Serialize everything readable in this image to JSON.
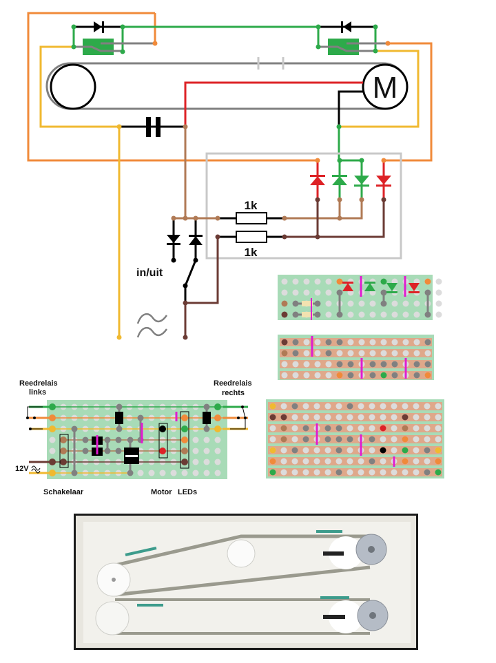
{
  "colors": {
    "orange": "#f08a3a",
    "yellow": "#f0b930",
    "green": "#2daa4a",
    "red": "#dd2226",
    "brown_light": "#b07a55",
    "brown_dark": "#6b3b34",
    "gray": "#808080",
    "light_gray": "#c8c8c8",
    "black": "#000000",
    "board_green": "#a8dbb7",
    "strip_copper": "#dfa88a",
    "magenta": "#e01cd0",
    "hole": "#dcdcdc"
  },
  "schematic": {
    "resistor_top_label": "1k",
    "resistor_bottom_label": "1k",
    "switch_label": "in/uit",
    "motor_label": "M",
    "ac_source_icon": "ac-wave-icon"
  },
  "stripboard": {
    "label_reed_left_line1": "Reedrelais",
    "label_reed_left_line2": "links",
    "label_reed_right_line1": "Reedrelais",
    "label_reed_right_line2": "rechts",
    "label_power": "12V",
    "label_switch": "Schakelaar",
    "label_motor": "Motor",
    "label_leds": "LEDs"
  },
  "photo": {
    "description": "Belt-driven mechanism with two pulleys, motor pulleys and reed relays"
  }
}
